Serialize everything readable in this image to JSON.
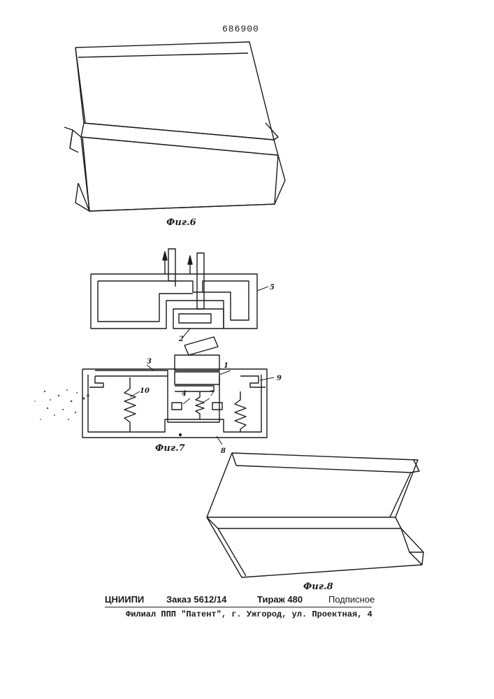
{
  "document": {
    "patent_number": "686900",
    "figures": [
      {
        "label": "Фиг.6"
      },
      {
        "label": "Фиг.7"
      },
      {
        "label": "Фиг.8"
      }
    ],
    "part_numbers": [
      "1",
      "2",
      "3",
      "4",
      "5",
      "7",
      "8",
      "9",
      "10"
    ]
  },
  "footer": {
    "org": "ЦНИИПИ",
    "order": "Заказ 5612/14",
    "circulation": "Тираж 480",
    "subscription": "Подписное",
    "branch": "Филиал ППП \"Патент\", г. Ужгород, ул. Проектная, 4"
  }
}
